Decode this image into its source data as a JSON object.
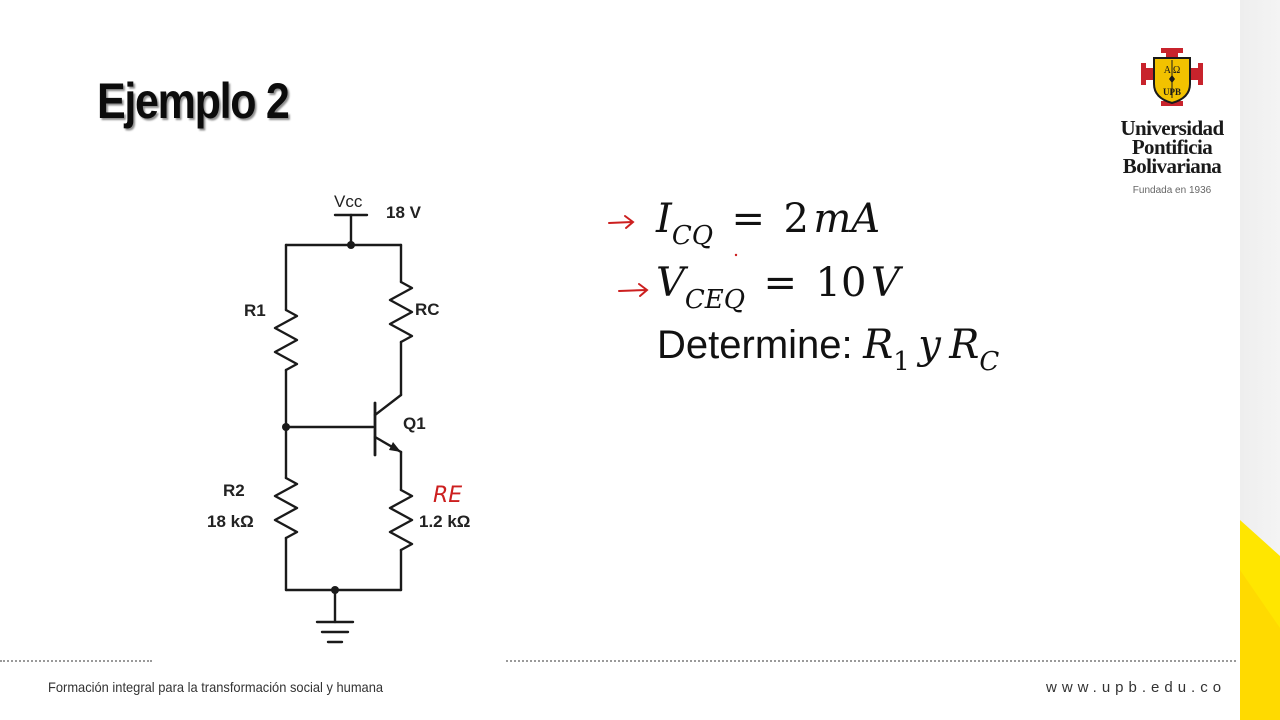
{
  "slide": {
    "title": "Ejemplo 2"
  },
  "circuit": {
    "vcc_label": "Vcc",
    "vcc_value": "18 V",
    "r1_label": "R1",
    "rc_label": "RC",
    "q1_label": "Q1",
    "r2_label": "R2",
    "r2_value": "18 kΩ",
    "re_value": "1.2 kΩ",
    "re_handwritten": "RE"
  },
  "equations": {
    "icq": {
      "var": "I",
      "sub": "CQ",
      "eq": "=",
      "value": "2",
      "unit": "mA"
    },
    "vceq": {
      "var": "V",
      "sub": "CEQ",
      "eq": "=",
      "value": "10",
      "unit": "V"
    },
    "determine": {
      "word": "Determine:",
      "r1_var": "R",
      "r1_sub": "1",
      "conj": "y",
      "rc_var": "R",
      "rc_sub": "C"
    }
  },
  "logo": {
    "line1": "Universidad",
    "line2": "Pontificia",
    "line3": "Bolivariana",
    "founded": "Fundada en 1936",
    "seal_text_top": "A Ω",
    "seal_text_bottom": "UPB"
  },
  "footer": {
    "tagline": "Formación integral para la transformación social y humana",
    "url": "www.upb.edu.co"
  },
  "colors": {
    "arrow_red": "#cc1f1f",
    "logo_red": "#c8232c",
    "logo_yellow": "#f2c200",
    "accent_yellow": "#ffe600"
  }
}
